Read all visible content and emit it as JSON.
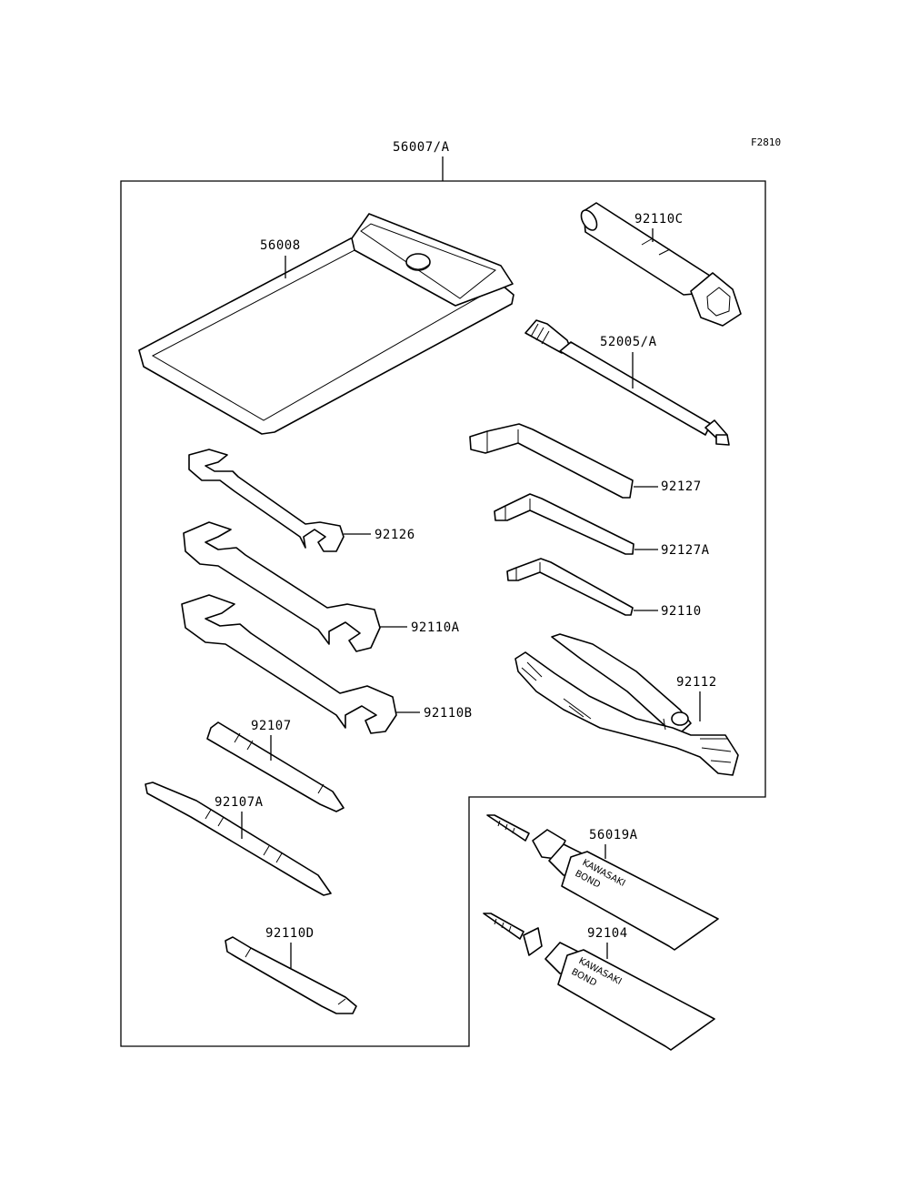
{
  "figure_code": "F2810",
  "assembly_label": "56007/A",
  "tube_text": {
    "brand": "KAWASAKI",
    "product": "BOND"
  },
  "parts": [
    {
      "key": "case",
      "label": "56008"
    },
    {
      "key": "plug_wrench",
      "label": "92110C"
    },
    {
      "key": "screwdriver_handle",
      "label": "52005/A"
    },
    {
      "key": "hex_key_large",
      "label": "92127"
    },
    {
      "key": "hex_key_medium",
      "label": "92127A"
    },
    {
      "key": "hex_key_small",
      "label": "92110"
    },
    {
      "key": "pliers",
      "label": "92112"
    },
    {
      "key": "wrench_small",
      "label": "92126"
    },
    {
      "key": "wrench_medium",
      "label": "92110A"
    },
    {
      "key": "wrench_large",
      "label": "92110B"
    },
    {
      "key": "screwdriver_bit",
      "label": "92107"
    },
    {
      "key": "screwdriver_double",
      "label": "92107A"
    },
    {
      "key": "spoke_tool",
      "label": "92110D"
    },
    {
      "key": "bond_tube_a",
      "label": "56019A"
    },
    {
      "key": "bond_tube_b",
      "label": "92104"
    }
  ]
}
